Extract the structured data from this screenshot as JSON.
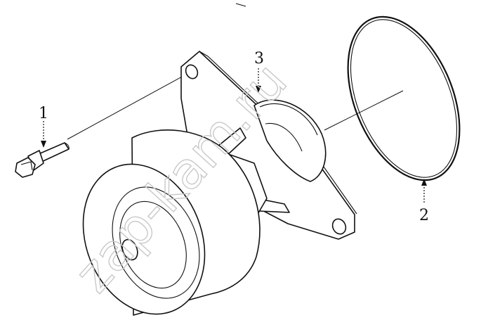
{
  "parts": [
    {
      "id": "part-1",
      "number": "1",
      "name": "bolt"
    },
    {
      "id": "part-2",
      "number": "2",
      "name": "o-ring"
    },
    {
      "id": "part-3",
      "number": "3",
      "name": "water-pump"
    }
  ],
  "watermark": "zap-kam.ru",
  "colors": {
    "ink": "#111111",
    "watermark": "#c9c9c9",
    "background": "#ffffff"
  }
}
